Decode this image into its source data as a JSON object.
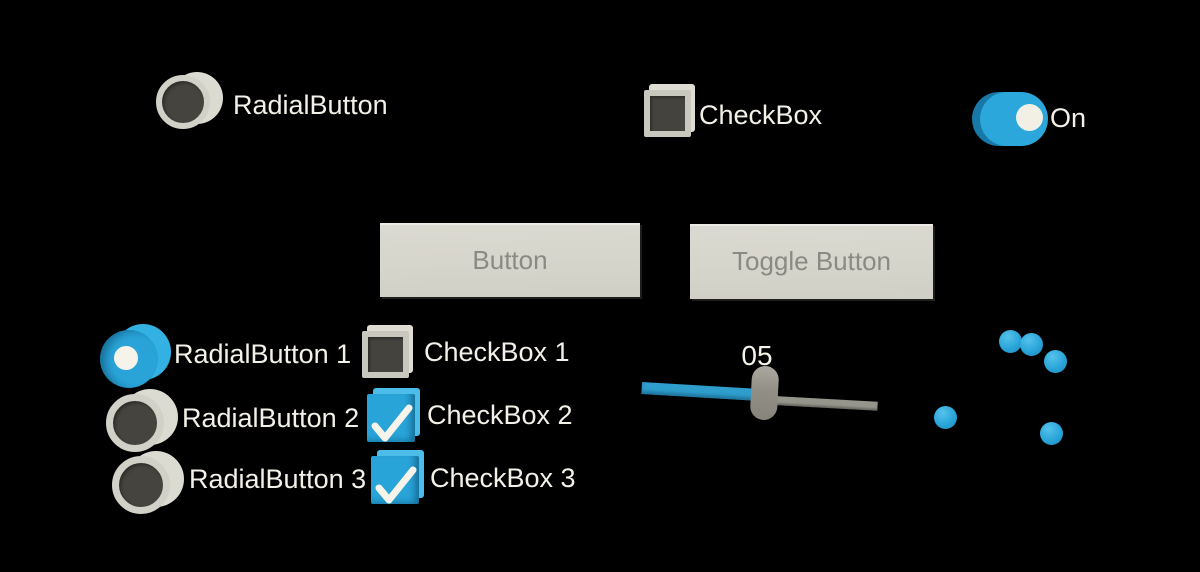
{
  "colors": {
    "background": "#000000",
    "accent_blue": "#2BA7DB",
    "accent_blue_dark": "#1879A8",
    "control_gray_light": "#D2D1C7",
    "control_gray_dark": "#45443F",
    "button_face": "#D6D5CB",
    "button_text": "#8A8A84",
    "text": "#F3F1E7",
    "slider_track_gray": "#96958B",
    "sphere_blue": "#2AA5D9"
  },
  "top_row": {
    "radial_button": {
      "label": "RadialButton",
      "selected": false
    },
    "checkbox": {
      "label": "CheckBox",
      "checked": false
    },
    "toggle": {
      "label": "On",
      "on": true
    }
  },
  "buttons": {
    "button": {
      "label": "Button"
    },
    "toggle_button": {
      "label": "Toggle Button"
    }
  },
  "radial_group": {
    "items": [
      {
        "label": "RadialButton 1",
        "selected": true
      },
      {
        "label": "RadialButton 2",
        "selected": false
      },
      {
        "label": "RadialButton 3",
        "selected": false
      }
    ]
  },
  "checkbox_group": {
    "items": [
      {
        "label": "CheckBox 1",
        "checked": false
      },
      {
        "label": "CheckBox 2",
        "checked": true
      },
      {
        "label": "CheckBox 3",
        "checked": true
      }
    ]
  },
  "slider": {
    "value": "05"
  },
  "spheres": {
    "count": 5
  }
}
